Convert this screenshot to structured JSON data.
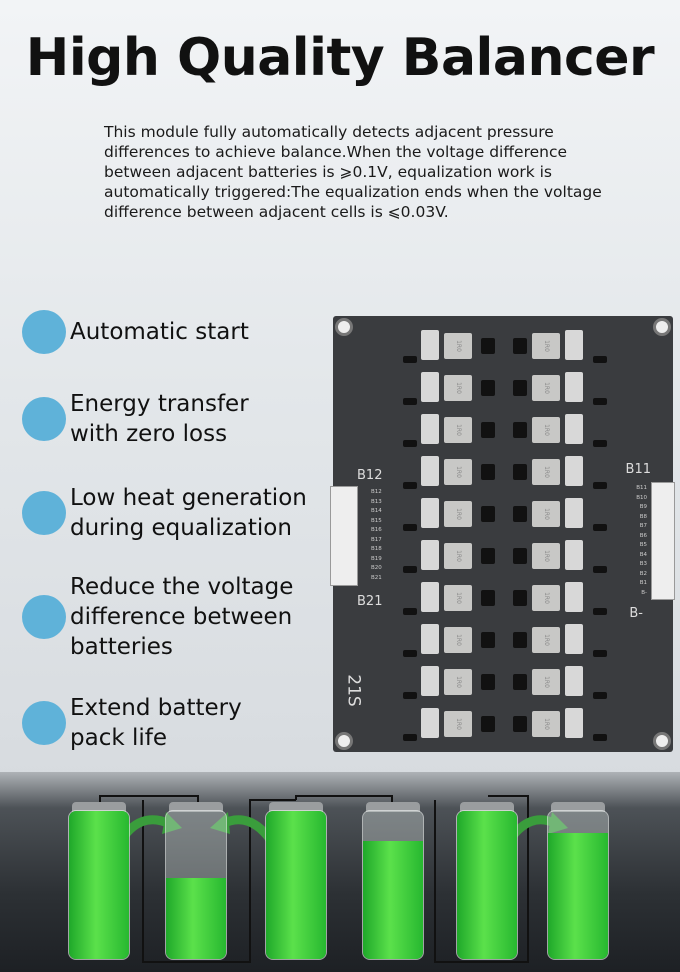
{
  "title": "High Quality Balancer",
  "description": "This module fully automatically detects adjacent pressure differences to achieve balance.When the voltage difference between adjacent batteries is ⩾0.1V, equalization work is automatically triggered:The equalization ends when the voltage difference between adjacent cells is ⩽0.03V.",
  "features": [
    "Automatic start",
    "Energy transfer\nwith zero loss",
    "Low heat generation\nduring equalization",
    "Reduce the voltage\ndifference between\n batteries",
    "Extend battery\npack life"
  ],
  "board": {
    "left_top": "B12",
    "left_bottom": "B21",
    "right_top": "B11",
    "right_bottom": "B-",
    "model": "21S",
    "left_pins": [
      "B12",
      "B13",
      "B14",
      "B15",
      "B16",
      "B17",
      "B18",
      "B19",
      "B20",
      "B21"
    ],
    "right_pins": [
      "B11",
      "B10",
      "B9",
      "B8",
      "B7",
      "B6",
      "B5",
      "B4",
      "B3",
      "B2",
      "B1",
      "B-"
    ],
    "inductor_mark": "1R0"
  },
  "batteries": [
    {
      "level": 1.0
    },
    {
      "level": 0.55
    },
    {
      "level": 1.0
    },
    {
      "level": 0.8
    },
    {
      "level": 1.0
    },
    {
      "level": 0.85
    }
  ],
  "colors": {
    "accent_dot": "#5fb2d9",
    "battery_green": "#3cc83a"
  }
}
